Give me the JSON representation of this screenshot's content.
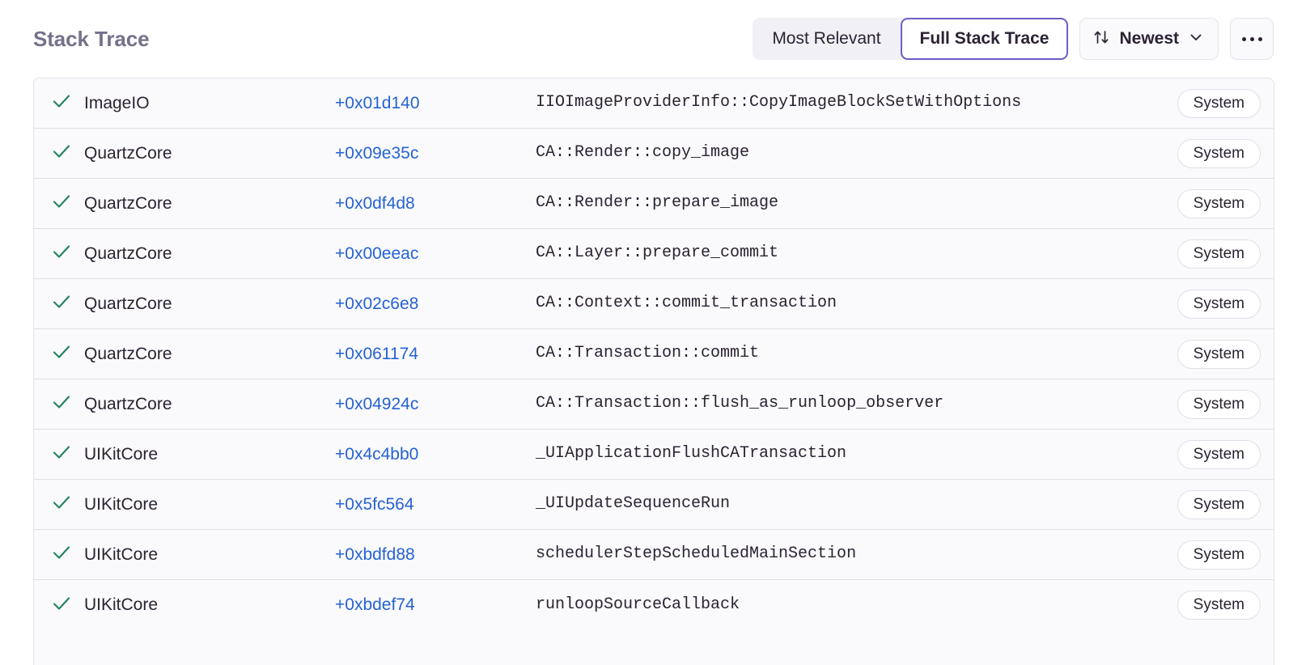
{
  "panel": {
    "title": "Stack Trace"
  },
  "toolbar": {
    "segmented": [
      {
        "label": "Most Relevant",
        "active": false
      },
      {
        "label": "Full Stack Trace",
        "active": true
      }
    ],
    "sort": {
      "label": "Newest",
      "sort_icon": "sort-updown-icon",
      "chevron_icon": "chevron-down-icon"
    },
    "overflow": {
      "icon": "ellipsis-icon"
    },
    "active_accent_color": "#6c5fc7"
  },
  "colors": {
    "accent": "#6c5fc7",
    "offset_link": "#2562d4",
    "check_green": "#21825c",
    "title_muted": "#76708a",
    "row_bg": "#fafafc",
    "row_border": "#e0dfe8"
  },
  "frames": [
    {
      "status_icon": "check-icon",
      "module": "ImageIO",
      "offset": "+0x01d140",
      "function": "IIOImageProviderInfo::CopyImageBlockSetWithOptions",
      "badge": "System"
    },
    {
      "status_icon": "check-icon",
      "module": "QuartzCore",
      "offset": "+0x09e35c",
      "function": "CA::Render::copy_image",
      "badge": "System"
    },
    {
      "status_icon": "check-icon",
      "module": "QuartzCore",
      "offset": "+0x0df4d8",
      "function": "CA::Render::prepare_image",
      "badge": "System"
    },
    {
      "status_icon": "check-icon",
      "module": "QuartzCore",
      "offset": "+0x00eeac",
      "function": "CA::Layer::prepare_commit",
      "badge": "System"
    },
    {
      "status_icon": "check-icon",
      "module": "QuartzCore",
      "offset": "+0x02c6e8",
      "function": "CA::Context::commit_transaction",
      "badge": "System"
    },
    {
      "status_icon": "check-icon",
      "module": "QuartzCore",
      "offset": "+0x061174",
      "function": "CA::Transaction::commit",
      "badge": "System"
    },
    {
      "status_icon": "check-icon",
      "module": "QuartzCore",
      "offset": "+0x04924c",
      "function": "CA::Transaction::flush_as_runloop_observer",
      "badge": "System"
    },
    {
      "status_icon": "check-icon",
      "module": "UIKitCore",
      "offset": "+0x4c4bb0",
      "function": "_UIApplicationFlushCATransaction",
      "badge": "System"
    },
    {
      "status_icon": "check-icon",
      "module": "UIKitCore",
      "offset": "+0x5fc564",
      "function": "_UIUpdateSequenceRun",
      "badge": "System"
    },
    {
      "status_icon": "check-icon",
      "module": "UIKitCore",
      "offset": "+0xbdfd88",
      "function": "schedulerStepScheduledMainSection",
      "badge": "System"
    },
    {
      "status_icon": "check-icon",
      "module": "UIKitCore",
      "offset": "+0xbdef74",
      "function": "runloopSourceCallback",
      "badge": "System"
    }
  ]
}
